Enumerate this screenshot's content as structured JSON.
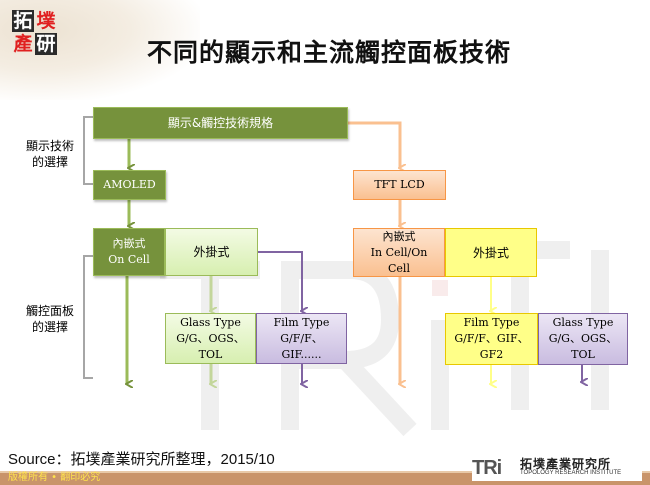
{
  "header": {
    "logo_chars": [
      "拓",
      "墣",
      "產",
      "研"
    ],
    "title": "不同的顯示和主流觸控面板技術"
  },
  "side_labels": {
    "display_choice": "顯示技術\n的選擇",
    "touch_choice": "觸控面板\n的選擇"
  },
  "diagram": {
    "root": "顯示&觸控技術規格",
    "left_branch": {
      "display": "AMOLED",
      "embedded": "內嵌式\nOn Cell",
      "external": "外掛式",
      "glass_type": "Glass Type\nG/G、OGS、\nTOL",
      "film_type": "Film Type\nG/F/F、\nGIF......"
    },
    "right_branch": {
      "display": "TFT LCD",
      "embedded": "內嵌式\nIn Cell/On\nCell",
      "external": "外掛式",
      "film_type": "Film Type\nG/F/F、GIF、\nGF2",
      "glass_type": "Glass Type\nG/G、OGS、\nTOL"
    },
    "colors": {
      "green_dark": "#76923c",
      "green_light": "#c3d69b",
      "purple": "#8064a2",
      "orange": "#fac090",
      "yellow": "#ffff88",
      "bracket_gray": "#a6a6a6"
    }
  },
  "footer": {
    "source": "Source：拓墣產業研究所整理，2015/10",
    "copyright": "版權所有 • 翻印必究",
    "brand_mark": "TRi",
    "brand_cn": "拓墣產業研究所",
    "brand_en": "TOPOLOGY RESEARCH INSTITUTE"
  }
}
